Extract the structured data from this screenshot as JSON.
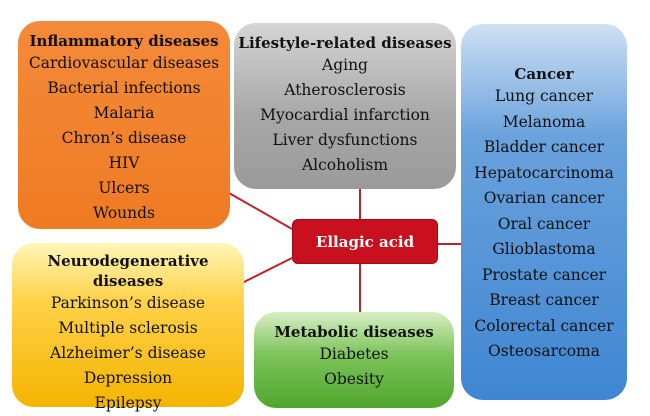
{
  "center": {
    "label": "Ellagic acid"
  },
  "groups": {
    "inflammatory": {
      "title": "Inflammatory diseases",
      "items": [
        "Cardiovascular diseases",
        "Bacterial infections",
        "Malaria",
        "Chron’s disease",
        "HIV",
        "Ulcers",
        "Wounds"
      ]
    },
    "lifestyle": {
      "title": "Lifestyle-related diseases",
      "items": [
        "Aging",
        "Atherosclerosis",
        "Myocardial infarction",
        "Liver dysfunctions",
        "Alcoholism"
      ]
    },
    "cancer": {
      "title": "Cancer",
      "items": [
        "Lung cancer",
        "Melanoma",
        "Bladder cancer",
        "Hepatocarcinoma",
        "Ovarian cancer",
        "Oral cancer",
        "Glioblastoma",
        "Prostate cancer",
        "Breast cancer",
        "Colorectal cancer",
        "Osteosarcoma"
      ]
    },
    "neuro": {
      "title": "Neurodegenerative diseases",
      "items": [
        "Parkinson’s disease",
        "Multiple sclerosis",
        "Alzheimer’s disease",
        "Depression",
        "Epilepsy"
      ]
    },
    "metabolic": {
      "title": "Metabolic diseases",
      "items": [
        "Diabetes",
        "Obesity"
      ]
    }
  },
  "colors": {
    "connector": "#c0202a",
    "center_fill": "#c8101e",
    "inflammatory": "#ef7b23",
    "lifestyle": "#a8a8a8",
    "cancer": "#3f86d2",
    "neuro": "#f4b400",
    "metabolic": "#4ea62d"
  }
}
